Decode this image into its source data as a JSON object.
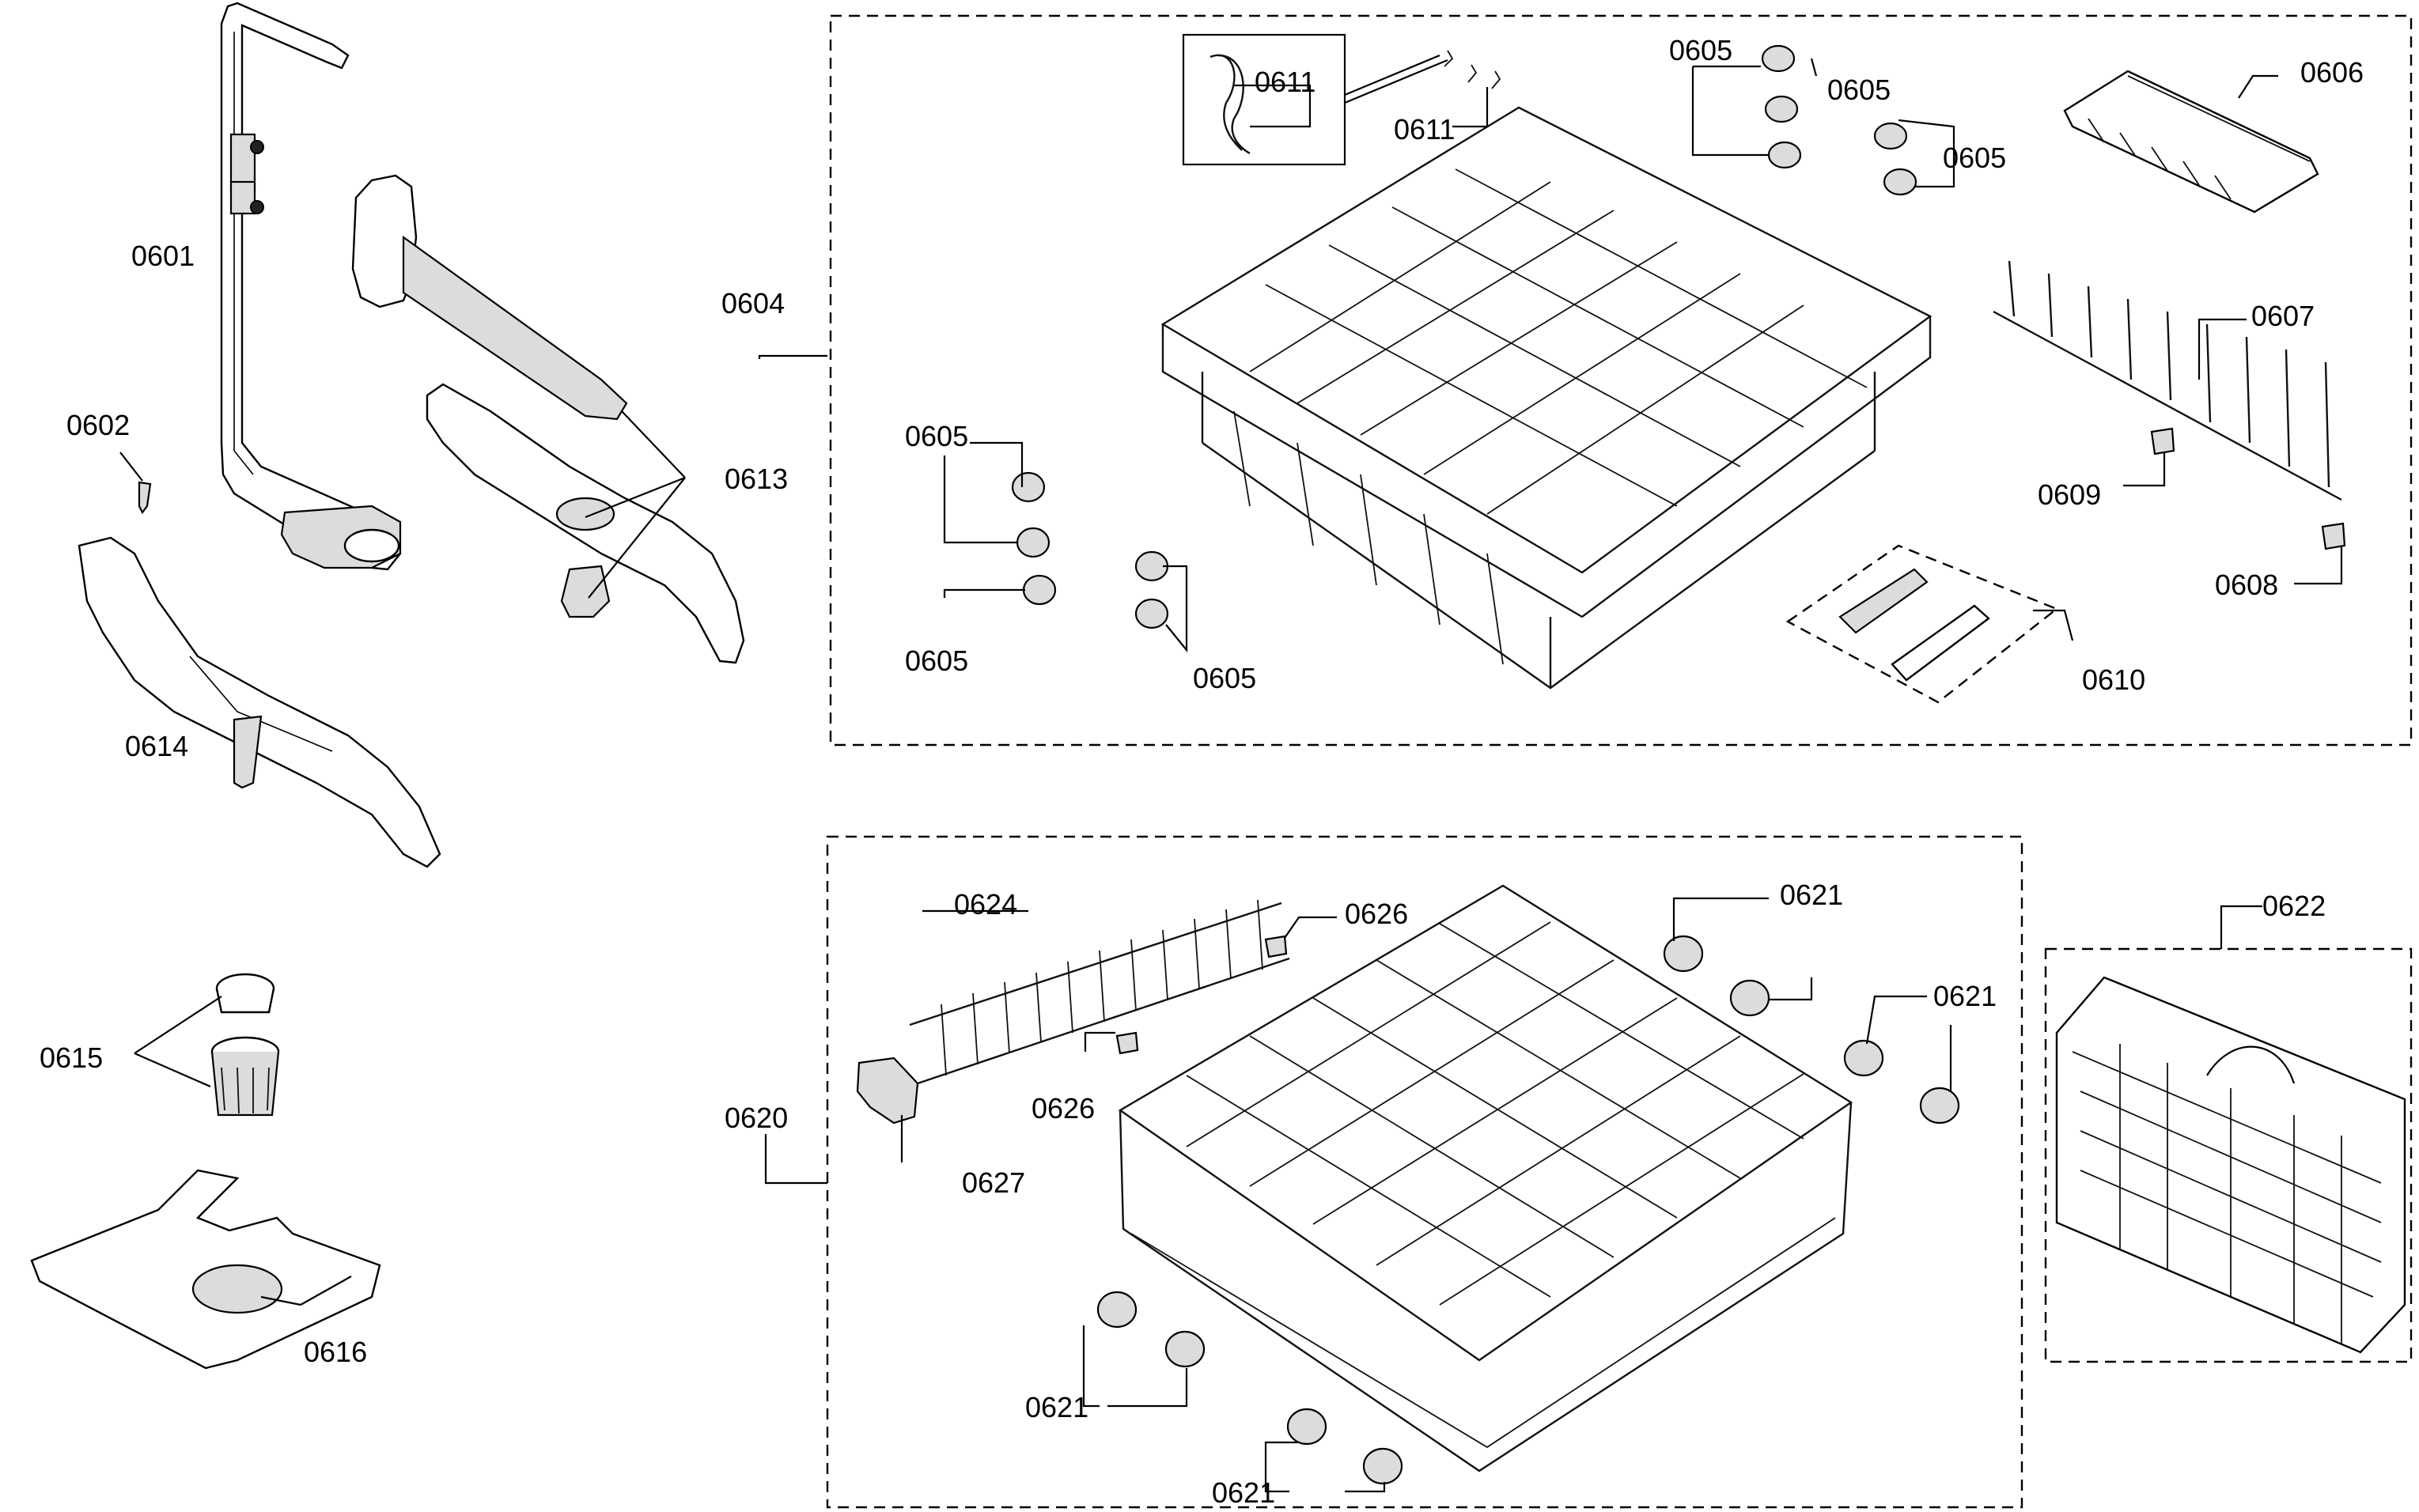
{
  "diagram": {
    "type": "exploded-parts-diagram",
    "labels": {
      "spray_arm_pipe": "0601",
      "screw": "0602",
      "upper_rack_group": "0604",
      "roller_top_1": "0605",
      "roller_top_2": "0605",
      "roller_top_right": "0605",
      "roller_left_1": "0605",
      "roller_left_2": "0605",
      "roller_left_3": "0605",
      "cup_shelf": "0606",
      "tine_row": "0607",
      "tine_clip_bottom": "0608",
      "tine_clip_top": "0609",
      "handle_kit": "0610",
      "rack_clips_inset": "0611",
      "rack_clips": "0611",
      "upper_spray_arm": "0613",
      "lower_spray_arm": "0614",
      "filter": "0615",
      "filter_plate": "0616",
      "lower_rack_group": "0620",
      "wheel_top": "0621",
      "wheel_right": "0621",
      "wheel_left": "0621",
      "wheel_bottom": "0621",
      "silverware_basket": "0622",
      "fold_tine": "0624",
      "tine_clip_1": "0626",
      "tine_clip_2": "0626",
      "tine_bracket": "0627"
    }
  }
}
